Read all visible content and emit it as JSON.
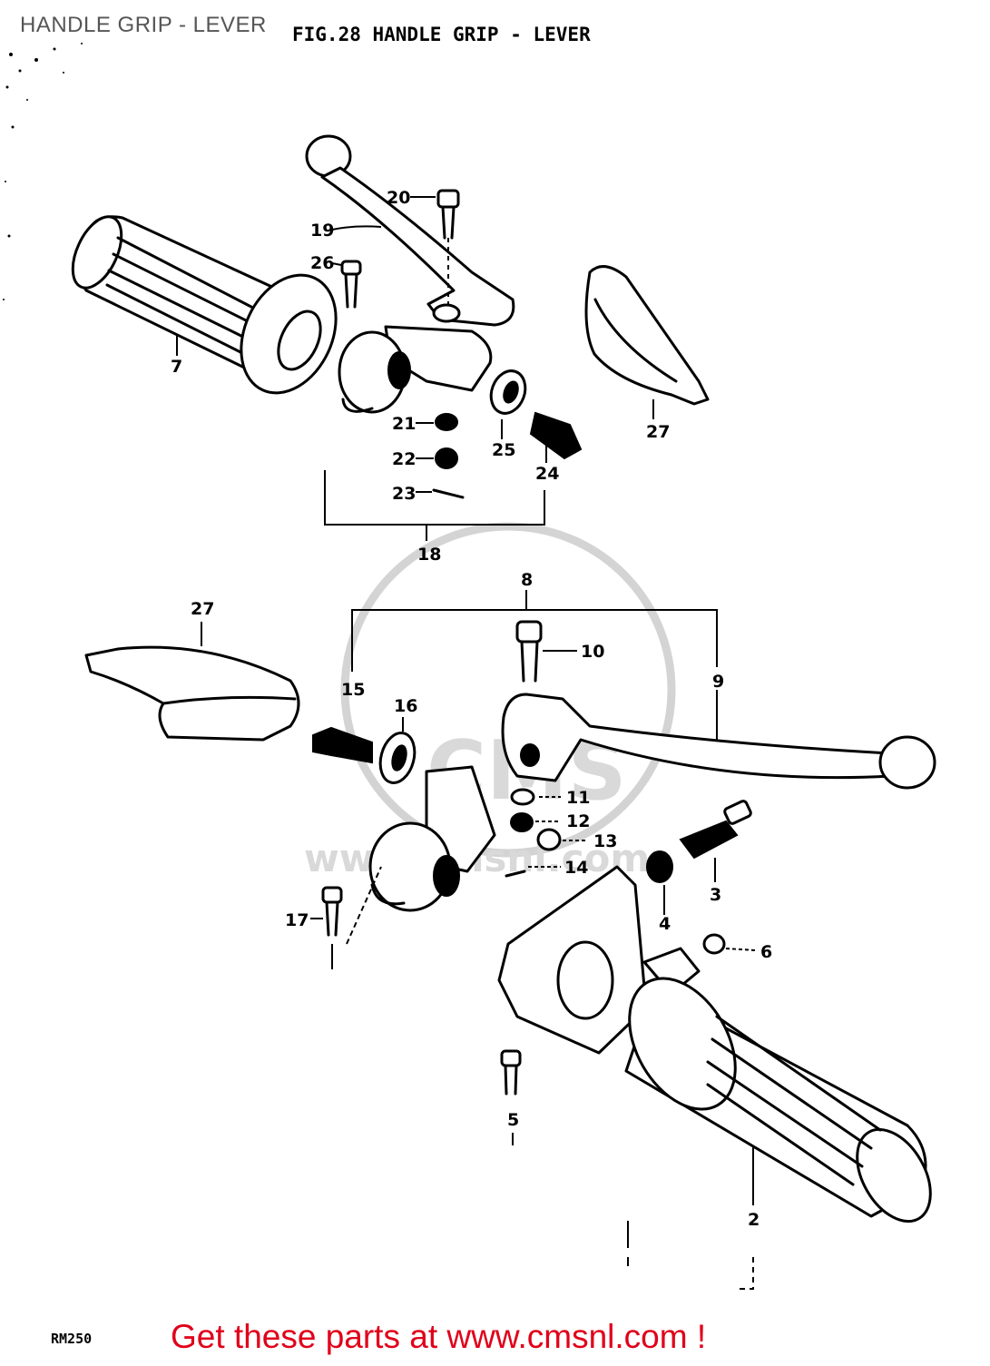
{
  "overlay_title": "HANDLE GRIP - LEVER",
  "figure_title": "FIG.28  HANDLE GRIP - LEVER",
  "footer_code": "RM250",
  "promo_text": "Get these parts at www.cmsnl.com !",
  "watermark": {
    "logo": "CMS",
    "url": "www.cmsnl.com"
  },
  "callouts": {
    "c2": "2",
    "c3": "3",
    "c4": "4",
    "c5": "5",
    "c6": "6",
    "c7": "7",
    "c8": "8",
    "c9": "9",
    "c10": "10",
    "c11": "11",
    "c12": "12",
    "c13": "13",
    "c14": "14",
    "c15": "15",
    "c16": "16",
    "c17": "17",
    "c18": "18",
    "c19": "19",
    "c20": "20",
    "c21": "21",
    "c22": "22",
    "c23": "23",
    "c24": "24",
    "c25": "25",
    "c26": "26",
    "c27a": "27",
    "c27b": "27"
  },
  "colors": {
    "promo": "#e0001a",
    "ink": "#000000",
    "watermark": "#c9c9c9",
    "overlay": "#555555"
  }
}
